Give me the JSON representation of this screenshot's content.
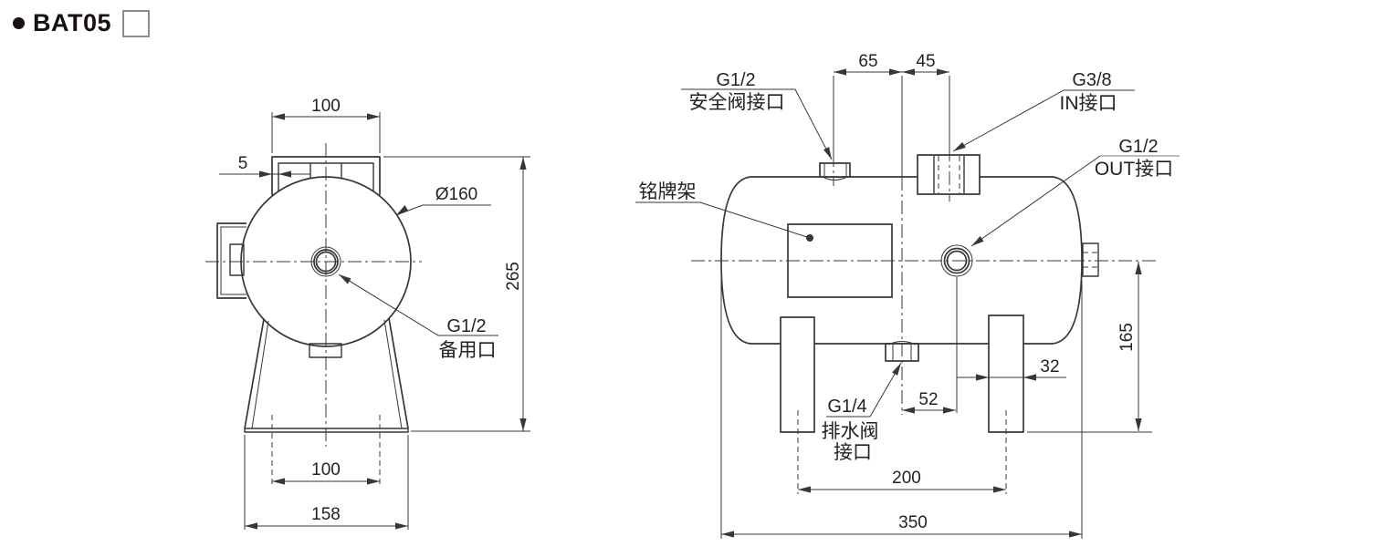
{
  "title": {
    "label": "BAT05"
  },
  "left_view": {
    "dim_top_width": "100",
    "dim_plate_thickness": "5",
    "dim_diameter": "Ø160",
    "dim_height": "265",
    "spare_port_label_line1": "G1/2",
    "spare_port_label_line2": "备用口",
    "dim_base_inner_width": "100",
    "dim_base_outer_width": "158"
  },
  "right_view": {
    "dim_safety_to_center": "65",
    "dim_center_to_in": "45",
    "safety_valve_label_line1": "G1/2",
    "safety_valve_label_line2": "安全阀接口",
    "in_port_label_line1": "G3/8",
    "in_port_label_line2": "IN接口",
    "out_port_label_line1": "G1/2",
    "out_port_label_line2": "OUT接口",
    "nameplate_label": "铭牌架",
    "drain_label_line1": "G1/4",
    "drain_label_line2": "排水阀",
    "drain_label_line3": "接口",
    "dim_center_to_out": "52",
    "dim_leg_width": "32",
    "dim_port_height": "165",
    "dim_leg_spacing": "200",
    "dim_overall_length": "350"
  },
  "colors": {
    "line": "#3b3534",
    "text": "#262120",
    "background": "#ffffff"
  }
}
